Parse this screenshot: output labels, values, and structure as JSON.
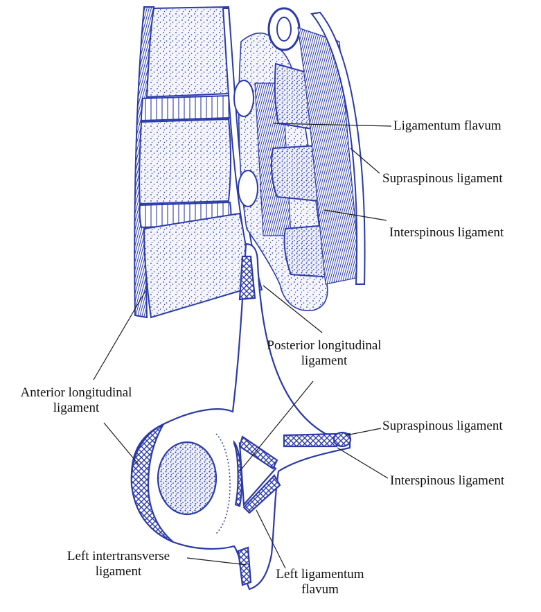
{
  "colors": {
    "ink": "#2b3aa8",
    "fill": "#e9ecfa",
    "label": "#111111"
  },
  "labels": {
    "ligamentum_flavum": "Ligamentum flavum",
    "supraspinous_upper": "Supraspinous ligament",
    "interspinous_upper": "Interspinous ligament",
    "posterior_longitudinal_line1": "Posterior longitudinal",
    "posterior_longitudinal_line2": "ligament",
    "anterior_longitudinal_line1": "Anterior longitudinal",
    "anterior_longitudinal_line2": "ligament",
    "supraspinous_lower": "Supraspinous ligament",
    "interspinous_lower": "Interspinous ligament",
    "left_intertransverse_line1": "Left intertransverse",
    "left_intertransverse_line2": "ligament",
    "left_ligamentum_flavum_line1": "Left ligamentum",
    "left_ligamentum_flavum_line2": "flavum"
  }
}
